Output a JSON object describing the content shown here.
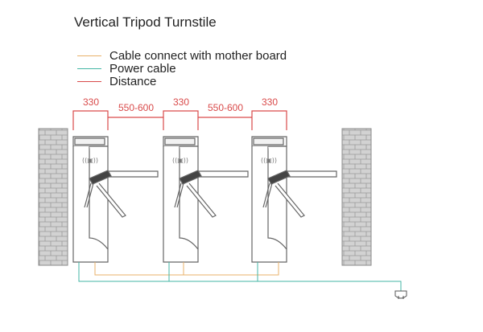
{
  "title": "Vertical Tripod Turnstile",
  "legend": [
    {
      "label": "Cable connect with mother board",
      "color": "#e9b16a"
    },
    {
      "label": "Power cable",
      "color": "#43b6a4"
    },
    {
      "label": "Distance",
      "color": "#d94a4a"
    }
  ],
  "dimensions": [
    "330",
    "550-600",
    "330",
    "550-600",
    "330"
  ],
  "turnstile_count": 3,
  "wall_count": 2,
  "colors": {
    "outline": "#666666",
    "brick": "#b8b8b8",
    "dimension": "#d94a4a",
    "data_cable": "#e9b16a",
    "power_cable": "#43b6a4"
  }
}
